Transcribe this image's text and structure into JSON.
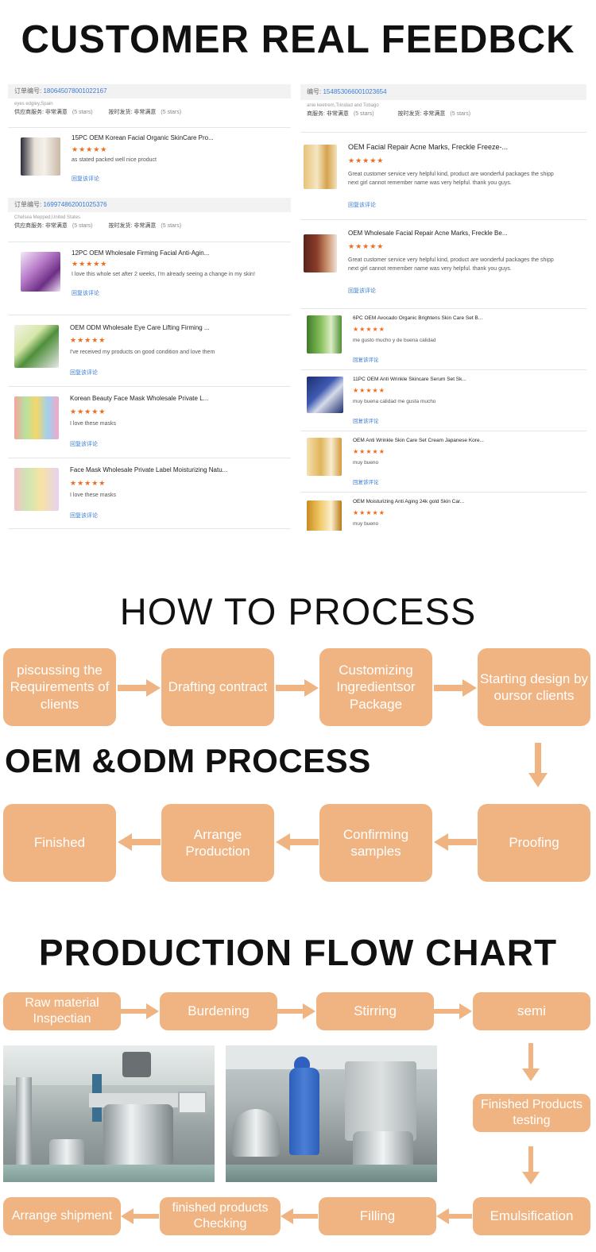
{
  "titles": {
    "feedback": "CUSTOMER REAL FEEDBCK",
    "how_to_process": "HOW TO PROCESS",
    "oem_odm": "OEM &ODM PROCESS",
    "production_flow": "PRODUCTION FLOW CHART"
  },
  "feedback_left": {
    "order1": {
      "label": "订单编号:",
      "number": "180645078001022167",
      "buyer": "eyes edgley,Spain",
      "svc_label": "供应商服务: 非常满意",
      "svc_count": "(5 stars)",
      "ship_label": "按时发货: 非常满意",
      "ship_count": "(5 stars)",
      "item": {
        "title": "15PC OEM Korean Facial Organic SkinCare Pro...",
        "stars": "★★★★★",
        "comment": "as stated packed well nice product",
        "reply": "回复该评论"
      }
    },
    "order2": {
      "label": "订单编号:",
      "number": "169974862001025376",
      "buyer": "Chelsea Mepped,United States",
      "svc_label": "供应商服务: 非常满意",
      "svc_count": "(5 stars)",
      "ship_label": "按时发货: 非常满意",
      "ship_count": "(5 stars)",
      "item": {
        "title": "12PC OEM Wholesale Firming Facial Anti-Agin...",
        "stars": "★★★★★",
        "comment": "I love this whole set after 2 weeks, I'm already seeing a change in my skin!",
        "reply": "回复该评论"
      }
    },
    "items": [
      {
        "title": "OEM ODM Wholesale Eye Care Lifting Firming ...",
        "stars": "★★★★★",
        "comment": "I've received my products on good condition and love them",
        "reply": "回复该评论"
      },
      {
        "title": "Korean Beauty Face Mask Wholesale Private L...",
        "stars": "★★★★★",
        "comment": "I love these masks",
        "reply": "回复该评论"
      },
      {
        "title": "Face Mask Wholesale Private Label Moisturizing Natu...",
        "stars": "★★★★★",
        "comment": "I love these masks",
        "reply": "回复该评论"
      }
    ]
  },
  "feedback_right": {
    "order": {
      "label": "编号:",
      "number": "154853066001023654",
      "buyer": "anie keetrem,Trinidad and Tobago",
      "svc_label": "商服务: 非常满意",
      "svc_count": "(5 stars)",
      "ship_label": "按时发货: 非常满意",
      "ship_count": "(5 stars)"
    },
    "items": [
      {
        "title": "OEM Facial Repair Acne Marks, Freckle Freeze-...",
        "stars": "★★★★★",
        "comment1": "Great customer service very helpful kind, product are wonderful packages the shipp",
        "comment2": "next girl cannot remember  name was very helpful. thank you guys.",
        "reply": "回复该评论"
      },
      {
        "title": "OEM Wholesale Facial Repair Acne Marks, Freckle Be...",
        "stars": "★★★★★",
        "comment1": "Great customer service very helpful kind, product are wonderful packages the shipp",
        "comment2": "next girl cannot remember  name was very helpful. thank you guys.",
        "reply": "回复该评论"
      },
      {
        "title": "6PC OEM Avocado Organic Brightens Skin Care Set B...",
        "stars": "★★★★★",
        "comment": "me gusto mucho y de buena calidad",
        "reply": "回复该评论"
      },
      {
        "title": "11PC OEM Anti Wrinkle Skincare Serum Set Sk...",
        "stars": "★★★★★",
        "comment": "muy buena calidad me gusta mucho",
        "reply": "回复该评论"
      },
      {
        "title": "OEM Anti Wrinkle Skin Care Set Cream Japanese Kore...",
        "stars": "★★★★★",
        "comment": "muy bueno",
        "reply": "回复该评论"
      },
      {
        "title": "OEM Moisturizing Anti Aging 24k gold Skin Car...",
        "stars": "★★★★★",
        "comment": "muy bueno"
      }
    ]
  },
  "oem_steps": {
    "row1": [
      "piscussing the Requirements of clients",
      "Drafting contract",
      "Customizing Ingredientsor Package",
      "Starting design by oursor clients"
    ],
    "row2": [
      "Finished",
      "Arrange Production",
      "Confirming samples",
      "Proofing"
    ]
  },
  "flow_steps": {
    "row1": [
      "Raw material Inspectian",
      "Burdening",
      "Stirring",
      "semi"
    ],
    "side": "Finished Products testing",
    "row2": [
      "Arrange shipment",
      "finished products Checking",
      "Filling",
      "Emulsification"
    ]
  },
  "colors": {
    "box": "#f0b483",
    "star": "#f06b1c",
    "link": "#3a7bd5"
  },
  "icons": {
    "arrow": "arrow-icon",
    "photo1": "mixing-machine-photo",
    "photo2": "factory-worker-photo"
  }
}
